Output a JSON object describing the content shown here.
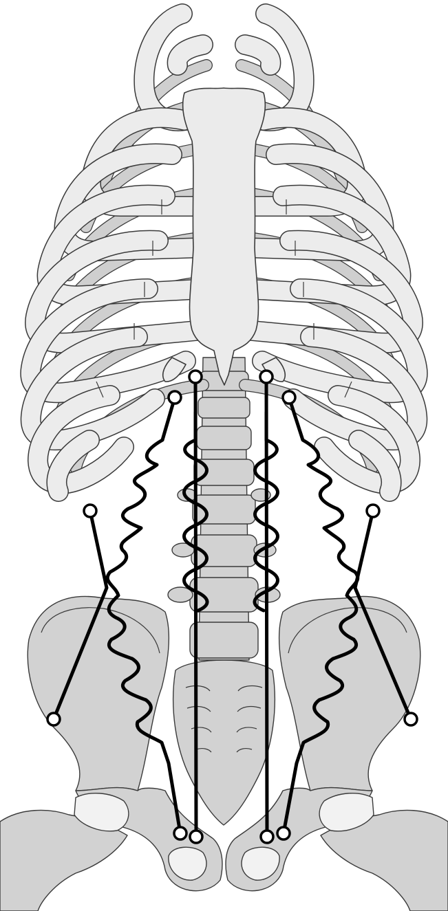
{
  "figure": {
    "subject": "rib-cage-and-pelvis-with-abdominal-spring-model",
    "colors": {
      "background": "#ffffff",
      "bone": "#ebebeb",
      "bone_shadow": "#d2d2d2",
      "outline": "#3a3a3a",
      "model": "#000000",
      "node_fill": "#ffffff"
    },
    "model": {
      "straight_links": 4,
      "springs": 4,
      "attachment_points": 12
    }
  }
}
